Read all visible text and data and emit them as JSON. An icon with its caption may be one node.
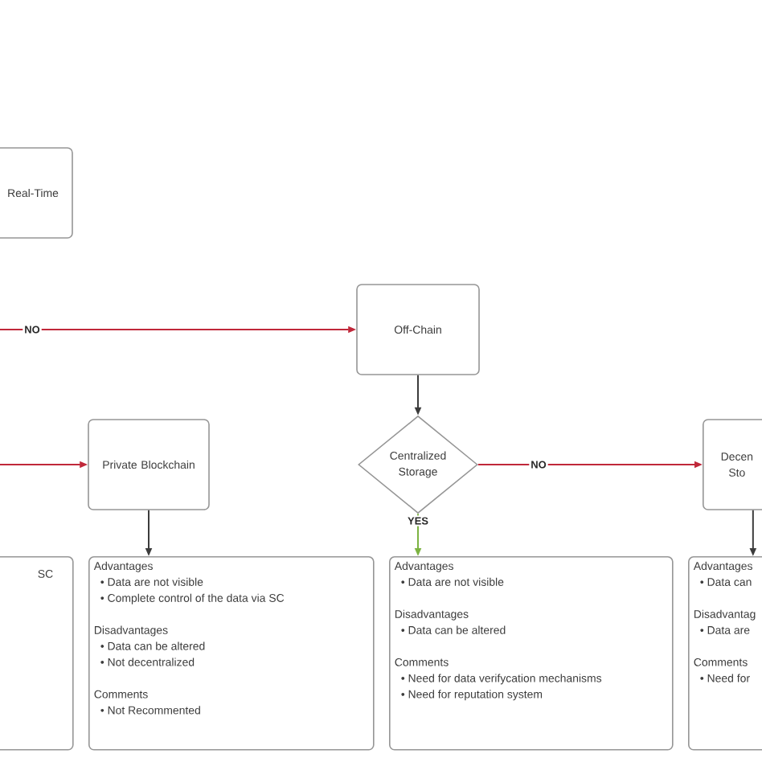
{
  "diagram": {
    "nodes": [
      {
        "text": [
          "Real-Time"
        ]
      },
      {
        "text": [
          "Off-Chain"
        ]
      },
      {
        "text": [
          "Private Blockchain"
        ]
      },
      {
        "text": [
          "Centralized Storage"
        ]
      },
      {
        "text": [
          "Decen Sto"
        ]
      },
      {
        "text": [
          "SC"
        ]
      },
      {
        "text": [
          "Advantages",
          "• Data are not visible",
          "• Complete control of the data via SC",
          "Disadvantages",
          "• Data can be altered",
          "• Not decentralized",
          "Comments",
          "• Not Recommented"
        ]
      },
      {
        "text": [
          "Advantages",
          "• Data are not visible",
          "Disadvantages",
          "• Data can be altered",
          "Comments",
          "• Need for data verifycation mechanisms",
          "• Need for reputation system"
        ]
      },
      {
        "text": [
          "Advantages",
          "• Data can",
          "Disadvantag",
          "• Data are",
          "Comments",
          "• Need for"
        ]
      }
    ],
    "edges": [
      {
        "from": null,
        "to": 1,
        "arrow": "to",
        "label": "NO",
        "color": "#c0283a"
      },
      {
        "from": null,
        "to": 2,
        "arrow": "to",
        "color": "#c0283a"
      },
      {
        "from": 1,
        "to": 3,
        "arrow": "to",
        "color": "#3c3c3c"
      },
      {
        "from": 3,
        "to": 4,
        "arrow": "to",
        "label": "NO",
        "color": "#c0283a"
      },
      {
        "from": 2,
        "to": 6,
        "arrow": "to",
        "color": "#3c3c3c"
      },
      {
        "from": 3,
        "to": 7,
        "arrow": "to",
        "label": "YES",
        "color": "#7cb342"
      },
      {
        "from": 4,
        "to": 8,
        "arrow": "to",
        "color": "#3c3c3c"
      }
    ]
  }
}
